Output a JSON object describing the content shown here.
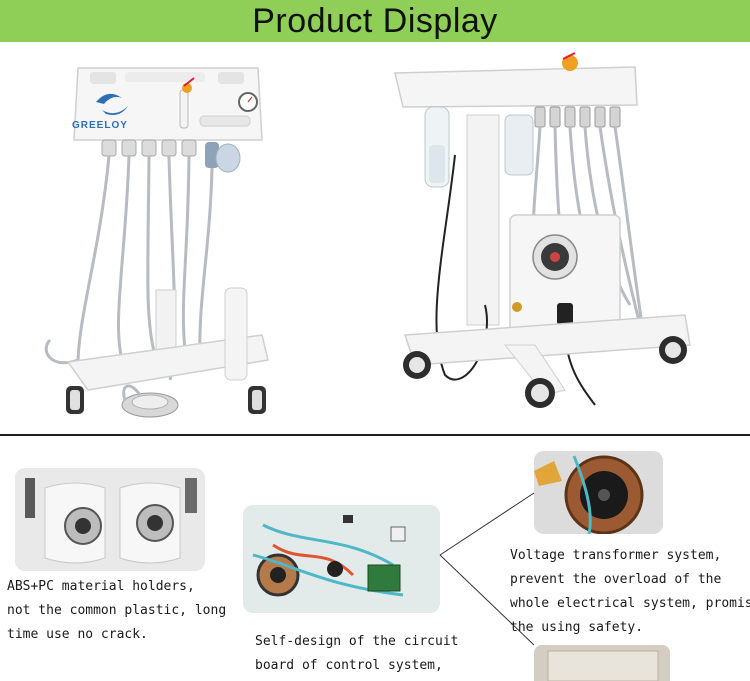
{
  "banner": {
    "title": "Product Display",
    "color": "#8fce57"
  },
  "product": {
    "brand_logo": "GREELOY"
  },
  "features": [
    {
      "id": "holders",
      "lines": [
        "ABS+PC material holders,",
        "not the common plastic, long",
        "time use no crack."
      ]
    },
    {
      "id": "control-board",
      "lines": [
        "Self-design of the circuit",
        "board of control system,"
      ]
    },
    {
      "id": "transformer",
      "lines": [
        "Voltage transformer system,",
        "prevent the overload of the",
        "whole electrical system, promise",
        "the using safety."
      ]
    }
  ]
}
